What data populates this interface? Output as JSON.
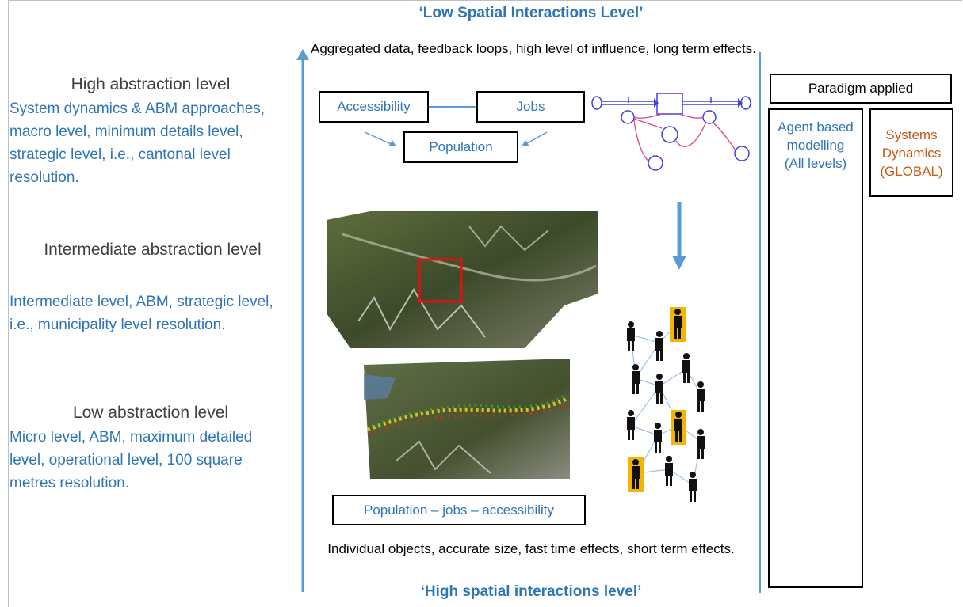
{
  "top_title": "‘Low Spatial Interactions Level’",
  "bottom_title": "‘High spatial interactions level’",
  "top_desc": "Aggregated data, feedback loops, high level of influence, long term effects.",
  "bottom_desc": "Individual objects, accurate size, fast time effects, short term effects.",
  "levels": [
    {
      "heading": "High abstraction  level",
      "desc": "System dynamics & ABM approaches, macro level, minimum details level, strategic level, i.e., cantonal level resolution."
    },
    {
      "heading": "Intermediate abstraction level",
      "desc": "Intermediate level, ABM, strategic level, i.e., municipality level resolution."
    },
    {
      "heading": "Low abstraction  level",
      "desc": "Micro level, ABM, maximum detailed level, operational level, 100 square metres resolution."
    }
  ],
  "boxes": {
    "accessibility": "Accessibility",
    "jobs": "Jobs",
    "population": "Population",
    "pop_jobs_access": "Population – jobs – accessibility"
  },
  "paradigm": {
    "title": "Paradigm applied",
    "agent": "Agent based modelling (All levels)",
    "systems": "Systems Dynamics (GLOBAL)"
  },
  "colors": {
    "blue": "#2e75b6",
    "orange": "#c55a11",
    "magenta": "#e0418c",
    "highlight": "#f4b400"
  }
}
